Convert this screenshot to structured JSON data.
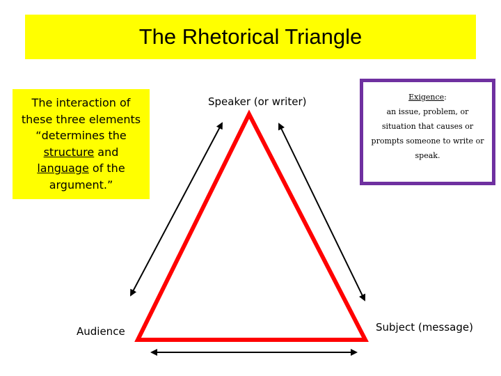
{
  "title": "The Rhetorical Triangle",
  "note": {
    "line1": "The interaction of",
    "line2": "these three elements",
    "line3": "“determines the",
    "structure": "structure",
    "and": " and",
    "language": "language",
    "of_the": " of the",
    "line6": "argument.”"
  },
  "labels": {
    "speaker": "Speaker (or writer)",
    "audience": "Audience",
    "subject": "Subject (message)"
  },
  "exigence": {
    "title": "Exigence",
    "colon": ":",
    "definition": "an issue, problem, or situation that causes or prompts someone to write or speak."
  },
  "colors": {
    "title_bg": "#ffff00",
    "triangle": "#ff0000",
    "exigence_border": "#6f30a0"
  }
}
